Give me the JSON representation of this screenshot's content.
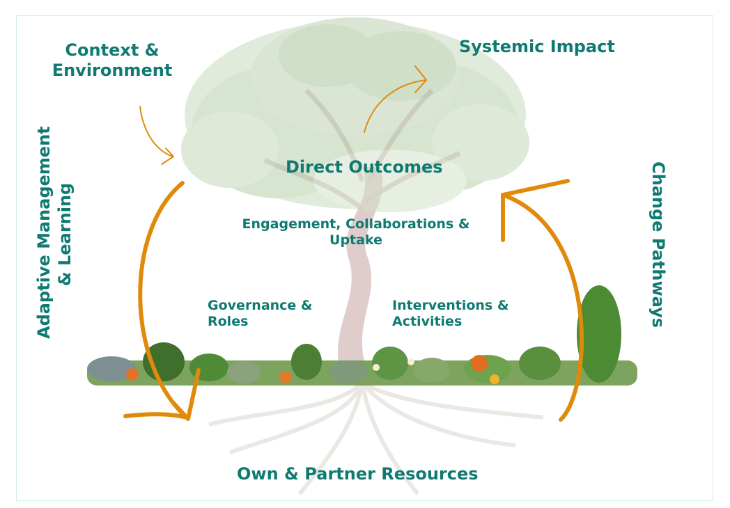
{
  "diagram": {
    "context_environment": "Context & Environment",
    "systemic_impact": "Systemic Impact",
    "direct_outcomes": "Direct Outcomes",
    "engagement": "Engagement, Collaborations & Uptake",
    "governance": "Governance & Roles",
    "interventions": "Interventions & Activities",
    "resources": "Own & Partner Resources",
    "adaptive_line1": "Adaptive Management",
    "adaptive_line2": "& Learning",
    "change_pathways": "Change Pathways"
  },
  "colors": {
    "text": "#0f7a72",
    "arrow": "#e08a0c",
    "frame": "#cfeee6"
  }
}
